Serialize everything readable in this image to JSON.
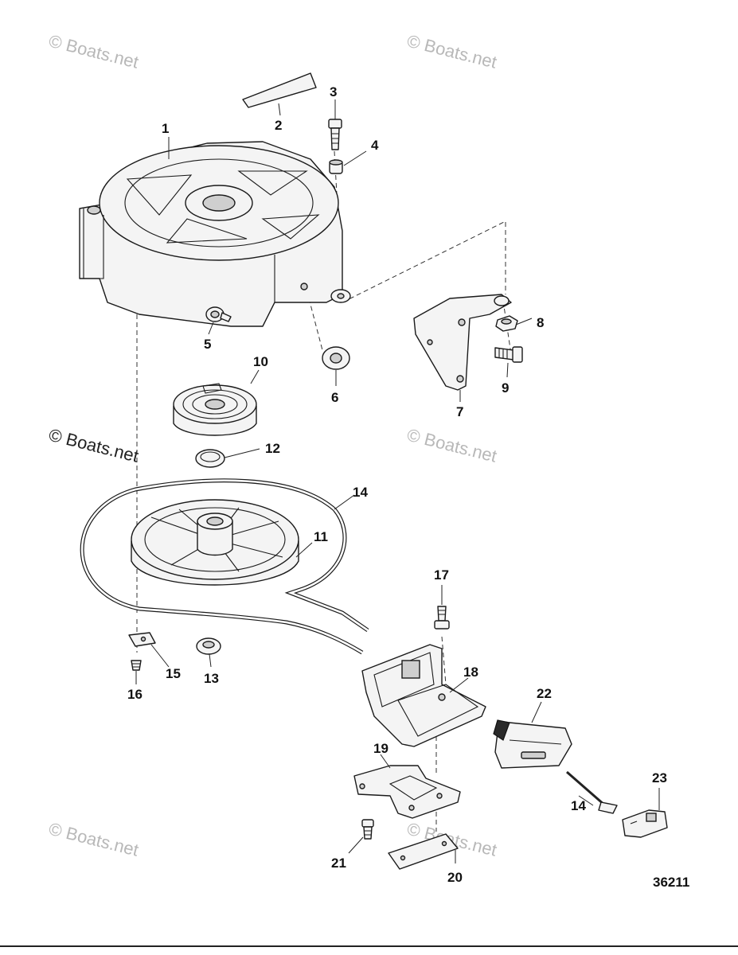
{
  "watermarks": [
    {
      "text": "© Boats.net"
    },
    {
      "text": "© Boats.net"
    },
    {
      "text": "© Boats.net"
    },
    {
      "text": "© Boats.net"
    },
    {
      "text": "© Boats.net"
    },
    {
      "text": "© Boats.net"
    }
  ],
  "callouts": [
    "1",
    "2",
    "3",
    "4",
    "5",
    "6",
    "7",
    "8",
    "9",
    "10",
    "11",
    "12",
    "13",
    "14",
    "14",
    "15",
    "16",
    "17",
    "18",
    "19",
    "20",
    "21",
    "22",
    "23"
  ],
  "diagram_id": "36211"
}
